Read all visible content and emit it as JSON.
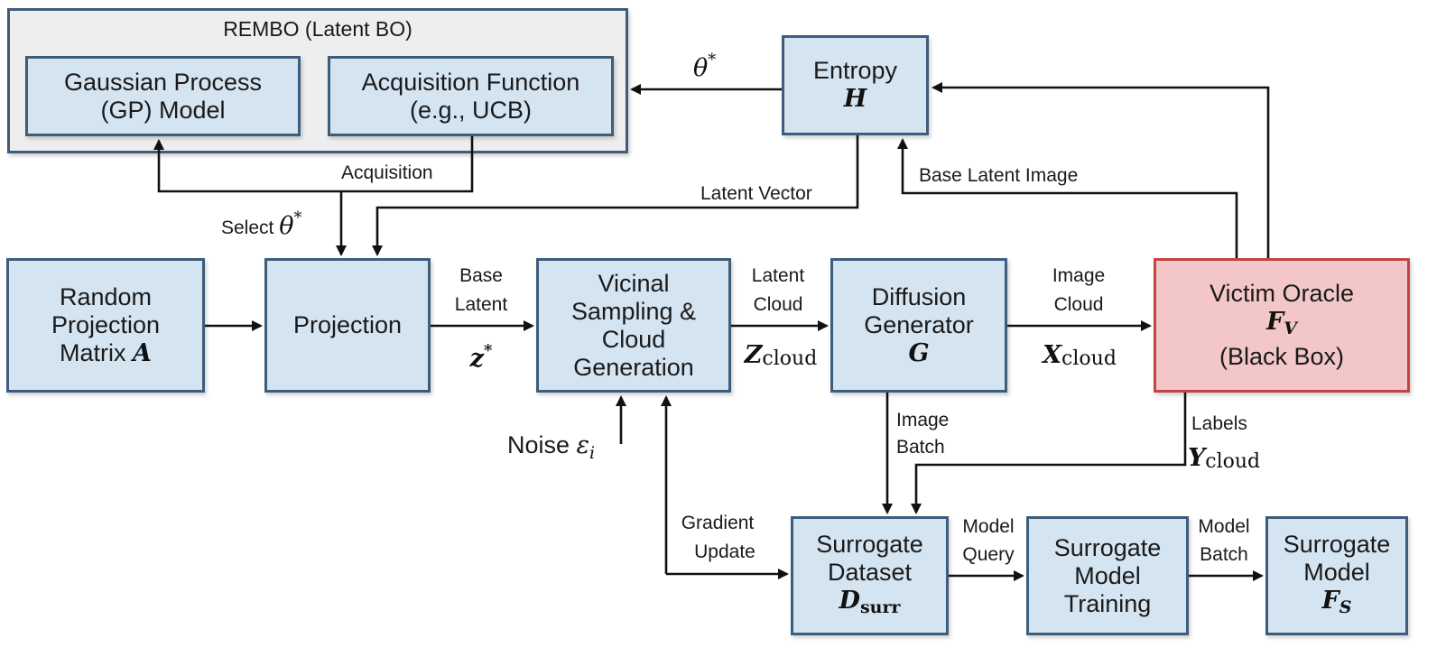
{
  "rembo": {
    "title": "REMBO (Latent BO)",
    "gp": [
      "Gaussian Process",
      "(GP) Model"
    ],
    "acq": [
      "Acquisition Function",
      "(e.g., UCB)"
    ]
  },
  "boxes": {
    "entropy": {
      "label": "Entropy",
      "symbol": "H"
    },
    "random_projection": {
      "lines": [
        "Random",
        "Projection"
      ],
      "last_text": "Matrix ",
      "symbol": "A"
    },
    "projection": {
      "label": "Projection"
    },
    "vicinal": {
      "lines": [
        "Vicinal",
        "Sampling &",
        "Cloud",
        "Generation"
      ]
    },
    "diffusion": {
      "label": "Diffusion",
      "label2": "Generator",
      "symbol": "G"
    },
    "victim": {
      "label": "Victim Oracle",
      "symbol": "F",
      "subscript": "V",
      "label2": "(Black Box)"
    },
    "surrogate_dataset": {
      "label": "Surrogate",
      "label2": "Dataset",
      "symbol": "D",
      "subscript": "surr"
    },
    "surrogate_training": {
      "lines": [
        "Surrogate",
        "Model",
        "Training"
      ]
    },
    "surrogate_model": {
      "label": "Surrogate",
      "label2": "Model",
      "symbol": "F",
      "subscript": "S"
    }
  },
  "edges": {
    "theta_star": "θ",
    "acquisition": "Acquisition",
    "select_prefix": "Select ",
    "select_theta": "θ",
    "latent_vector": "Latent Vector",
    "base_latent_image": "Base Latent Image",
    "base_latent": [
      "Base",
      "Latent"
    ],
    "z_star": "z",
    "latent_cloud": [
      "Latent",
      "Cloud"
    ],
    "z_cloud": "Z",
    "z_cloud_sub": "cloud",
    "image_cloud": [
      "Image",
      "Cloud"
    ],
    "x_cloud": "X",
    "x_cloud_sub": "cloud",
    "noise_prefix": "Noise ",
    "noise_symbol": "ε",
    "noise_sub": "i",
    "image_batch": [
      "Image",
      "Batch"
    ],
    "labels": "Labels",
    "y_cloud": "Y",
    "y_cloud_sub": "cloud",
    "gradient_update": [
      "Gradient",
      "Update"
    ],
    "model_query": [
      "Model",
      "Query"
    ],
    "model_batch": [
      "Model",
      "Batch"
    ],
    "star": "*"
  },
  "colors": {
    "box_fill": "#d4e4f1",
    "box_border": "#3d5d7c",
    "victim_fill": "#f3c7c7",
    "victim_border": "#c44444",
    "container_fill": "#eeeeee",
    "arrow": "#111111"
  }
}
